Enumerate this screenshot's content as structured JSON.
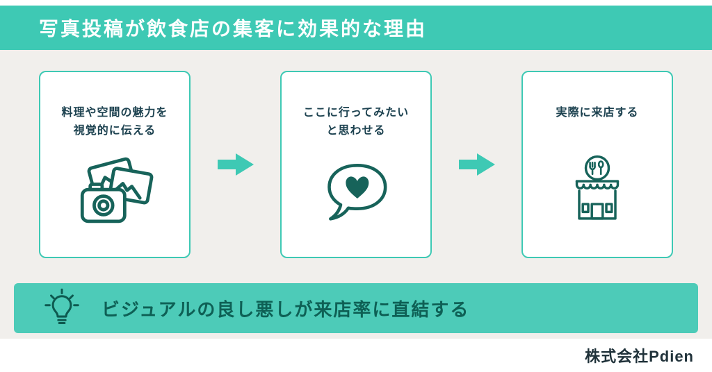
{
  "header": {
    "title": "写真投稿が飲食店の集客に効果的な理由"
  },
  "flow": {
    "cards": [
      {
        "id": "convey-appeal",
        "label": "料理や空間の魅力を\n視覚的に伝える",
        "icon": "camera-photos-icon"
      },
      {
        "id": "want-to-visit",
        "label": "ここに行ってみたい\nと思わせる",
        "icon": "speech-bubble-heart-icon"
      },
      {
        "id": "actual-visit",
        "label": "実際に来店する",
        "icon": "storefront-icon"
      }
    ]
  },
  "banner": {
    "icon": "lightbulb-icon",
    "text": "ビジュアルの良し悪しが来店率に直結する"
  },
  "footer": {
    "company": "株式会社Pdien"
  },
  "colors": {
    "header_teal": "#3ec9b4",
    "banner_teal": "#4dcbb8",
    "icon_dark_teal": "#17635a",
    "card_text": "#1d4250",
    "banner_text": "#0e6055",
    "background_gray": "#f1efec"
  }
}
